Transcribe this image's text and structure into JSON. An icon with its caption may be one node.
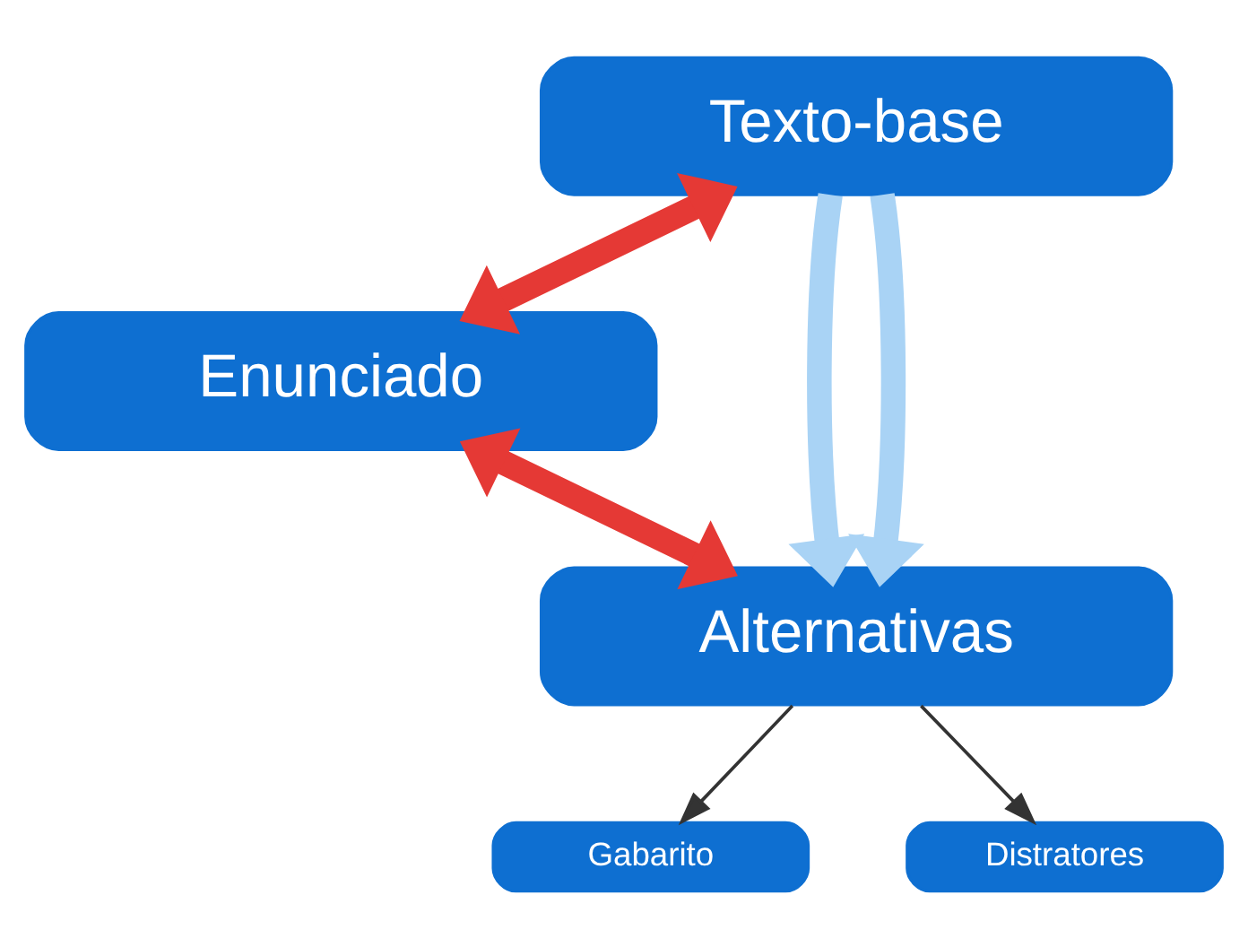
{
  "diagram": {
    "nodes": [
      {
        "text": [
          "Texto-base"
        ]
      },
      {
        "text": [
          "Enunciado"
        ]
      },
      {
        "text": [
          "Alternativas"
        ]
      },
      {
        "text": [
          "Gabarito"
        ]
      },
      {
        "text": [
          "Distratores"
        ]
      }
    ],
    "edges": [
      {
        "from": 0,
        "to": 1,
        "arrow": "both",
        "color": "#e53935"
      },
      {
        "from": 1,
        "to": 2,
        "arrow": "both",
        "color": "#e53935"
      },
      {
        "from": 0,
        "to": 2,
        "arrow": "to",
        "color": "#a9d3f5"
      },
      {
        "from": 0,
        "to": 2,
        "arrow": "to",
        "color": "#a9d3f5"
      },
      {
        "from": 2,
        "to": 3,
        "arrow": "to",
        "color": "#333333"
      },
      {
        "from": 2,
        "to": 4,
        "arrow": "to",
        "color": "#333333"
      }
    ]
  }
}
